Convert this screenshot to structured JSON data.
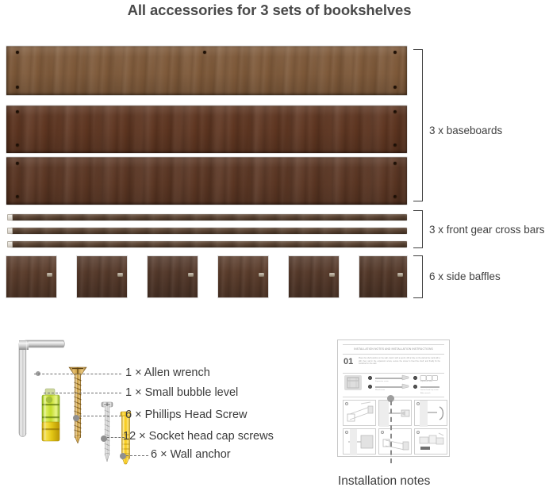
{
  "title": "All accessories for 3 sets of bookshelves",
  "groups": [
    {
      "id": "baseboards",
      "label": "3 x baseboards"
    },
    {
      "id": "cross-bars",
      "label": "3 x front gear cross bars"
    },
    {
      "id": "side-baffles",
      "label": "6 x side baffles"
    }
  ],
  "boards": [
    {
      "name": "baseboard-1",
      "color": "#7d5838"
    },
    {
      "name": "baseboard-2",
      "color": "#5e3520"
    },
    {
      "name": "baseboard-3",
      "color": "#5a3venue"
    }
  ],
  "hardware": [
    {
      "id": "allen-wrench",
      "label": "1 × Allen wrench"
    },
    {
      "id": "bubble-level",
      "label": "1 × Small bubble level"
    },
    {
      "id": "phillips-screw",
      "label": "6 × Phillips Head Screw"
    },
    {
      "id": "socket-cap-screw",
      "label": "12 × Socket head cap screws"
    },
    {
      "id": "wall-anchor",
      "label": "6 × Wall anchor"
    }
  ],
  "installation": {
    "caption": "Installation notes",
    "card_title": "INSTALLATION NOTES AND INSTALLATION INSTRUCTIONS",
    "step_number": "01",
    "body_text": "Place the shelf position on the wall, mark it with a pencil, drill a hole on the wall at the mark with a drill, then nail in the expansion screw, secure the screw to fixed the shelf, and finally fix the bookshelf on the wall.",
    "parts": [
      {
        "label": "Expansion screw"
      },
      {
        "label": "Wood screw"
      },
      {
        "label": "Expansion tube"
      },
      {
        "label": "Socket head cap screw"
      },
      {
        "label": "Allen wrench"
      }
    ],
    "panel_count": 6
  },
  "colors": {
    "wood_light": "#7d5838",
    "wood_dark": "#5a3522",
    "wood_mid": "#6a4026",
    "bar": "#5b4331",
    "baffle": "#55392a",
    "text": "#3b3b3b",
    "bracket": "#3f3f3f",
    "leader": "#6e6e6e",
    "metal": "#d4d4d4",
    "brass": "#b98b3a",
    "anchor_yellow": "#f2c41a",
    "level_green": "#c8dc2e"
  }
}
